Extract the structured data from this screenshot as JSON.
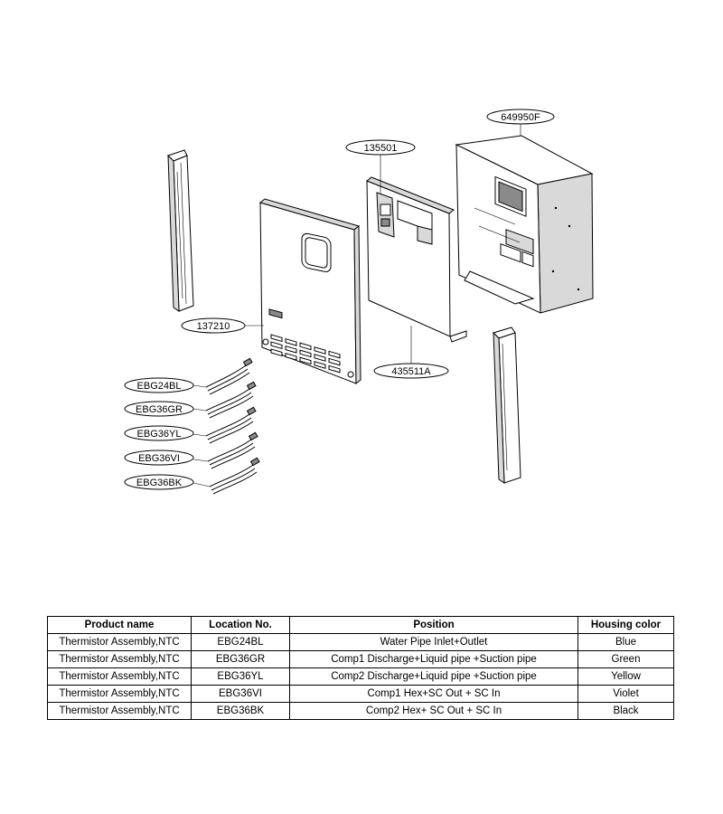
{
  "callouts": {
    "c649950F": "649950F",
    "c135501": "135501",
    "c137210": "137210",
    "c435511A": "435511A",
    "c_EBG24BL": "EBG24BL",
    "c_EBG36GR": "EBG36GR",
    "c_EBG36YL": "EBG36YL",
    "c_EBG36VI": "EBG36VI",
    "c_EBG36BK": "EBG36BK"
  },
  "table": {
    "headers": [
      "Product name",
      "Location No.",
      "Position",
      "Housing color"
    ],
    "rows": [
      [
        "Thermistor Assembly,NTC",
        "EBG24BL",
        "Water Pipe Inlet+Outlet",
        "Blue"
      ],
      [
        "Thermistor Assembly,NTC",
        "EBG36GR",
        "Comp1 Discharge+Liquid pipe +Suction pipe",
        "Green"
      ],
      [
        "Thermistor Assembly,NTC",
        "EBG36YL",
        "Comp2 Discharge+Liquid pipe +Suction pipe",
        "Yellow"
      ],
      [
        "Thermistor Assembly,NTC",
        "EBG36VI",
        "Comp1 Hex+SC Out + SC In",
        "Violet"
      ],
      [
        "Thermistor Assembly,NTC",
        "EBG36BK",
        "Comp2 Hex+ SC Out + SC In",
        "Black"
      ]
    ]
  }
}
